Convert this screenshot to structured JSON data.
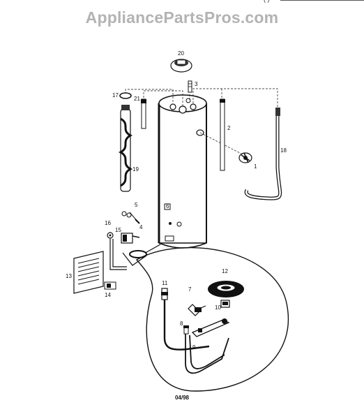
{
  "watermark": "AppliancePartsPros.com",
  "footer_code": "04/98",
  "top_mark": "( )",
  "parts": [
    {
      "number": "1"
    },
    {
      "number": "2"
    },
    {
      "number": "3"
    },
    {
      "number": "4"
    },
    {
      "number": "5"
    },
    {
      "number": "6"
    },
    {
      "number": "7"
    },
    {
      "number": "8"
    },
    {
      "number": "9"
    },
    {
      "number": "10"
    },
    {
      "number": "11"
    },
    {
      "number": "12"
    },
    {
      "number": "13"
    },
    {
      "number": "14"
    },
    {
      "number": "15"
    },
    {
      "number": "16"
    },
    {
      "number": "17"
    },
    {
      "number": "18"
    },
    {
      "number": "19"
    },
    {
      "number": "20"
    },
    {
      "number": "21"
    }
  ]
}
